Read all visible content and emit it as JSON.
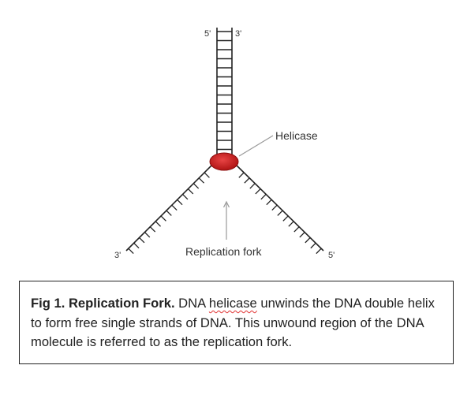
{
  "diagram": {
    "labels": {
      "top_left": "5'",
      "top_right": "3'",
      "bottom_left": "3'",
      "bottom_right": "5'",
      "helicase": "Helicase",
      "replication_fork": "Replication fork"
    },
    "colors": {
      "helicase_fill": "#cc1f1f",
      "helicase_dark": "#8a0e0e",
      "line": "#222222",
      "pointer": "#999999"
    }
  },
  "caption": {
    "title": "Fig 1. Replication Fork.",
    "text_before": " DNA ",
    "misspelled_word": "helicase",
    "text_after": " unwinds the DNA double helix to form free single strands of DNA. This unwound region of the DNA molecule is referred to as the replication fork."
  }
}
